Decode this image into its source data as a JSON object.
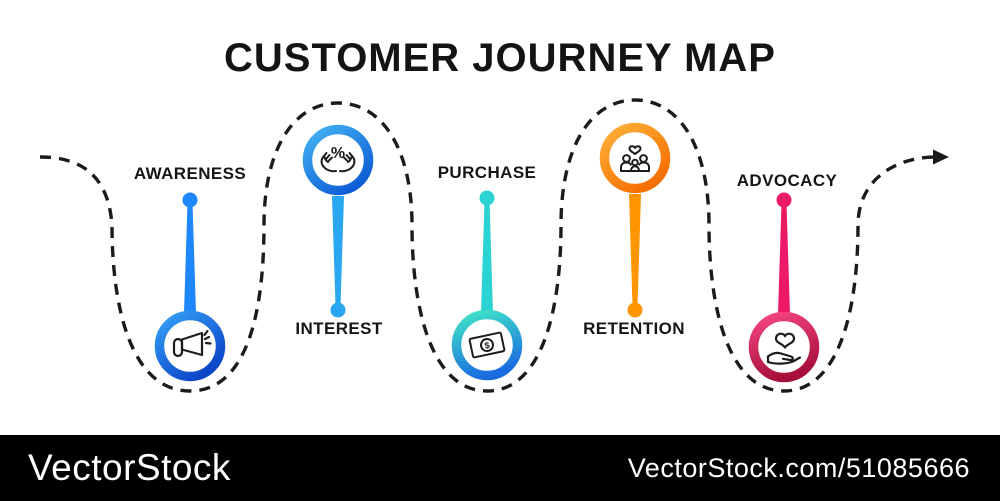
{
  "title": "CUSTOMER JOURNEY MAP",
  "stages": [
    {
      "label": "AWARENESS",
      "icon": "megaphone-icon",
      "icon_position": "bottom",
      "accent": "#1e87fb",
      "ring_from": "#35a0f7",
      "ring_to": "#0b45c8"
    },
    {
      "label": "INTEREST",
      "icon": "hands-percent-icon",
      "icon_position": "top",
      "icon_glyph": "%",
      "accent": "#29a8f1",
      "ring_from": "#44b3f3",
      "ring_to": "#0e5ed6"
    },
    {
      "label": "PURCHASE",
      "icon": "money-icon",
      "icon_position": "bottom",
      "icon_glyph": "$",
      "accent": "#2cd3d3",
      "ring_from": "#3edec9",
      "ring_to": "#1a6be0"
    },
    {
      "label": "RETENTION",
      "icon": "family-icon",
      "icon_position": "top",
      "accent": "#ff9500",
      "ring_from": "#ffb23a",
      "ring_to": "#f56e00"
    },
    {
      "label": "ADVOCACY",
      "icon": "hand-heart-icon",
      "icon_position": "bottom",
      "accent": "#ec1966",
      "ring_from": "#f2427f",
      "ring_to": "#a60f39"
    }
  ],
  "path": {
    "style": "dashed",
    "color": "#1b1b1b",
    "arrow_direction": "right"
  },
  "footer": {
    "brand": "VectorStock",
    "url": "VectorStock.com/51085666",
    "bar_color": "#000000",
    "text_color": "#ffffff"
  }
}
